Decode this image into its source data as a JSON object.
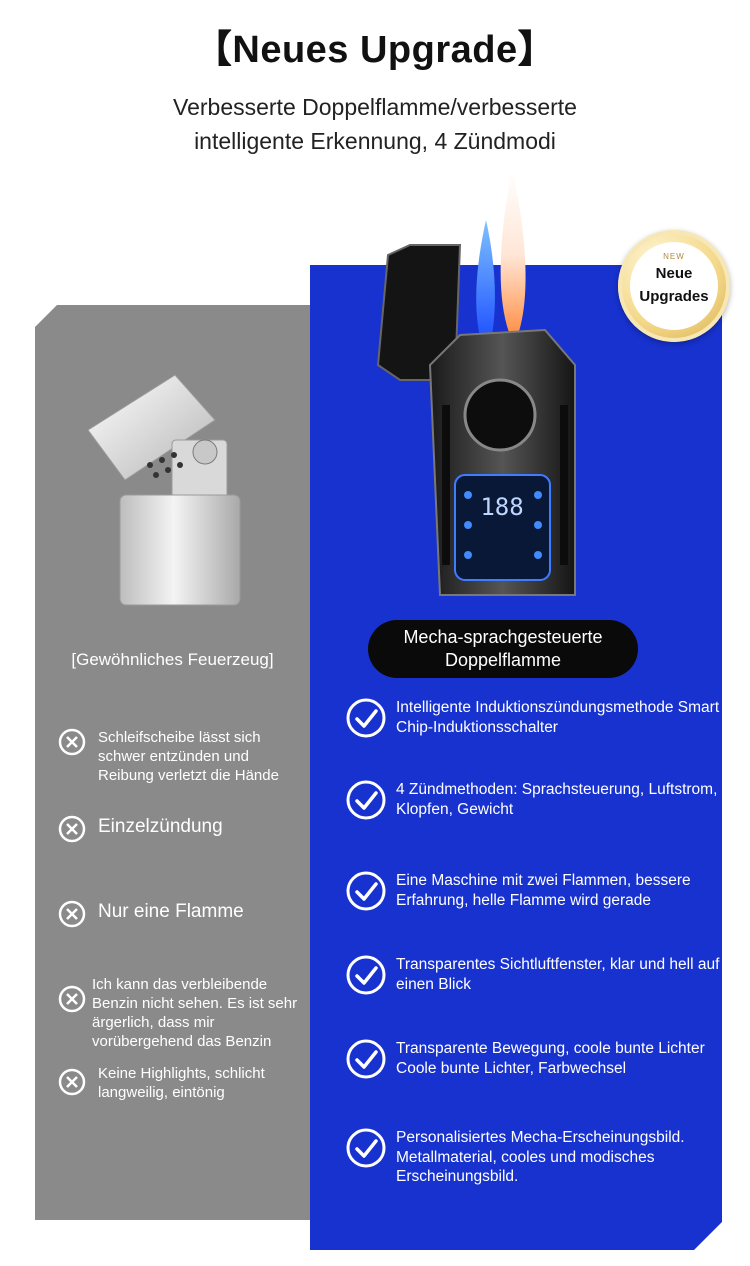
{
  "header": {
    "title": "【Neues Upgrade】",
    "subtitle_line1": "Verbesserte Doppelflamme/verbesserte",
    "subtitle_line2": "intelligente Erkennung, 4 Zündmodi"
  },
  "badge": {
    "small": "NEW",
    "line1": "Neue",
    "line2": "Upgrades"
  },
  "left": {
    "caption": "[Gewöhnliches Feuerzeug]",
    "items": [
      "Schleifscheibe lässt sich schwer entzünden und Reibung verletzt die Hände",
      "Einzelzündung",
      "Nur eine Flamme",
      "Ich kann das verbleibende Benzin nicht sehen. Es ist sehr ärgerlich, dass mir vorübergehend das Benzin",
      "Keine Highlights, schlicht langweilig, eintönig"
    ],
    "icon": "x-circle-icon"
  },
  "right": {
    "pill_line1": "Mecha-sprachgesteuerte",
    "pill_line2": "Doppelflamme",
    "display_digits": "188",
    "items": [
      "Intelligente Induktionszündungsmethode Smart Chip-Induktionsschalter",
      "4 Zündmethoden: Sprachsteuerung, Luftstrom, Klopfen, Gewicht",
      "Eine Maschine mit zwei Flammen, bessere Erfahrung, helle Flamme wird gerade",
      "Transparentes Sichtluftfenster, klar und hell auf einen Blick",
      "Transparente Bewegung, coole bunte Lichter Coole bunte Lichter, Farbwechsel",
      "Personalisiertes Mecha-Erscheinungsbild. Metallmaterial, cooles und modisches Erscheinungsbild."
    ],
    "icon": "check-circle-icon"
  },
  "colors": {
    "left_panel": "#8a8a8a",
    "right_panel": "#1732cf",
    "pill": "#0a0a0a"
  }
}
